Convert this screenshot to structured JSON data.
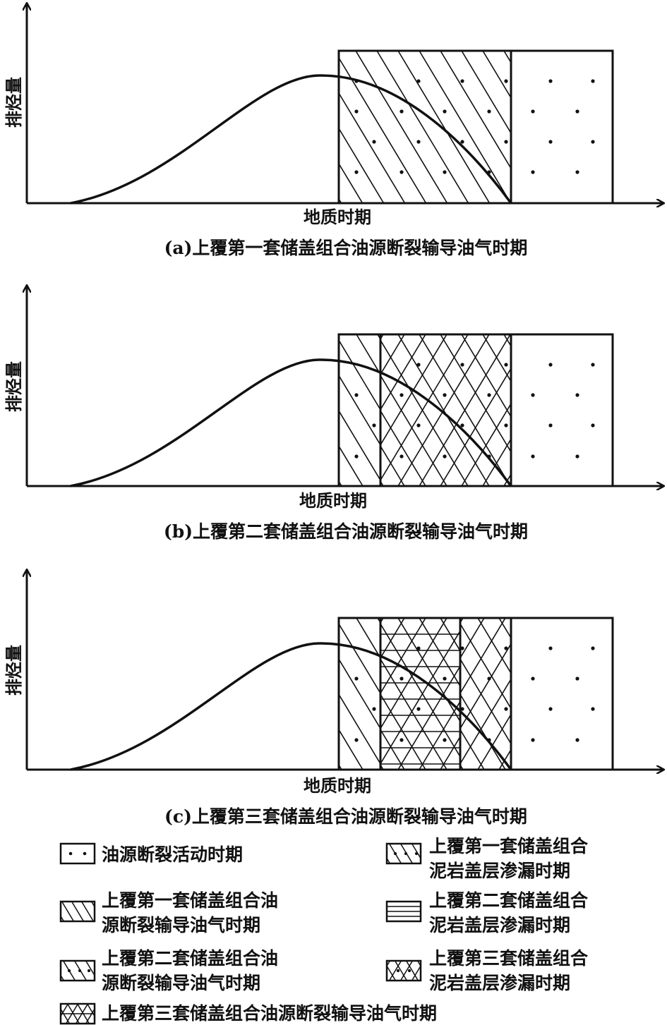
{
  "panels": [
    {
      "id": "a",
      "x_label": "地质时期",
      "y_label": "排烃量",
      "caption": "(a)上覆第一套储盖组合油源断裂输导油气时期"
    },
    {
      "id": "b",
      "x_label": "地质时期",
      "y_label": "排烃量",
      "caption": "(b)上覆第二套储盖组合油源断裂输导油气时期"
    },
    {
      "id": "c",
      "x_label": "地质时期",
      "y_label": "排烃量",
      "caption": "(c)上覆第三套储盖组合油源断裂输导油气时期"
    }
  ],
  "legend": [
    {
      "pattern": "dots",
      "lines": [
        "油源断裂活动时期"
      ]
    },
    {
      "pattern": "diag-dots",
      "lines": [
        "上覆第一套储盖组合",
        "泥岩盖层渗漏时期"
      ]
    },
    {
      "pattern": "diag",
      "lines": [
        "上覆第一套储盖组合油",
        "源断裂输导油气时期"
      ]
    },
    {
      "pattern": "horiz",
      "lines": [
        "上覆第二套储盖组合",
        "泥岩盖层渗漏时期"
      ]
    },
    {
      "pattern": "diag-dots2",
      "lines": [
        "上覆第二套储盖组合油",
        "源断裂输导油气时期"
      ]
    },
    {
      "pattern": "cross-dots",
      "lines": [
        "上覆第三套储盖组合",
        "泥岩盖层渗漏时期"
      ]
    },
    {
      "pattern": "cross-hatch",
      "lines": [
        "上覆第三套储盖组合油源断裂输导油气时期"
      ]
    }
  ],
  "colors": {
    "ink": "#111111",
    "background": "#ffffff"
  }
}
